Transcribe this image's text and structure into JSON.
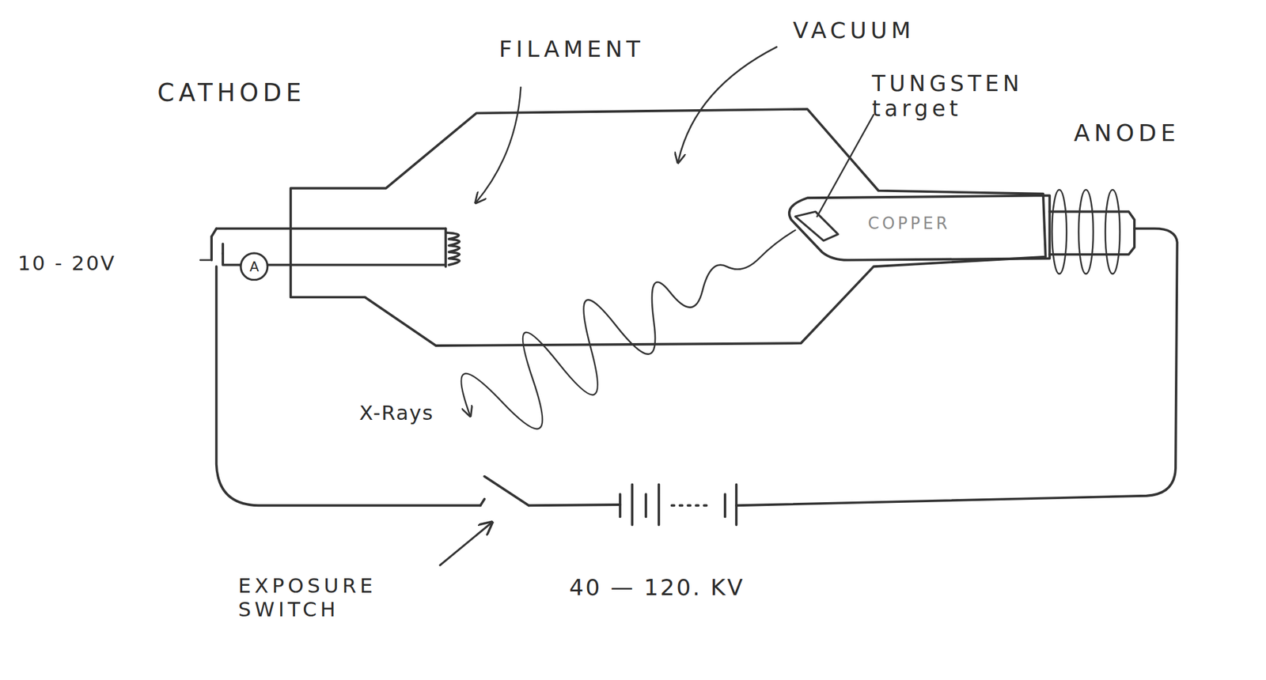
{
  "diagram": {
    "nodes": [
      {
        "text": [
          "A"
        ]
      }
    ],
    "labels": [
      "CATHODE",
      "FILAMENT",
      "VACUUM",
      "TUNGSTEN target",
      "ANODE",
      "10 - 20V",
      "X-Rays",
      "EXPOSURE SWITCH",
      "40 — 120. KV",
      "COPPER"
    ]
  }
}
